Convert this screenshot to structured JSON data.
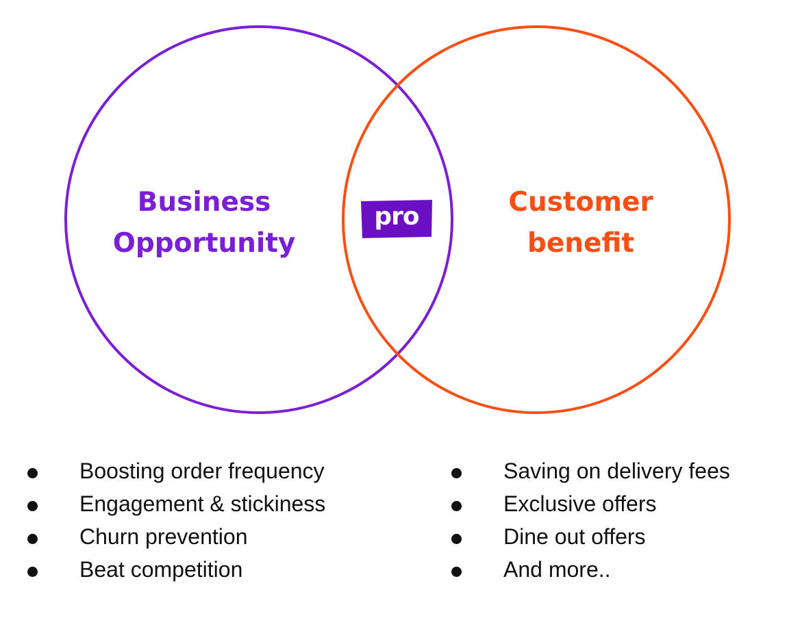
{
  "colors": {
    "business": "#7a1fd6",
    "customer": "#fa4f14",
    "badge": "#6b0fc4",
    "text": "#111111"
  },
  "venn": {
    "left_label": "Business\nOpportunity",
    "right_label": "Customer\nbenefit",
    "badge_text": "pro"
  },
  "lists": {
    "left": [
      "Boosting order frequency",
      "Engagement & stickiness",
      "Churn prevention",
      "Beat competition"
    ],
    "right": [
      "Saving on delivery fees",
      "Exclusive offers",
      "Dine out offers",
      "And more.."
    ]
  }
}
